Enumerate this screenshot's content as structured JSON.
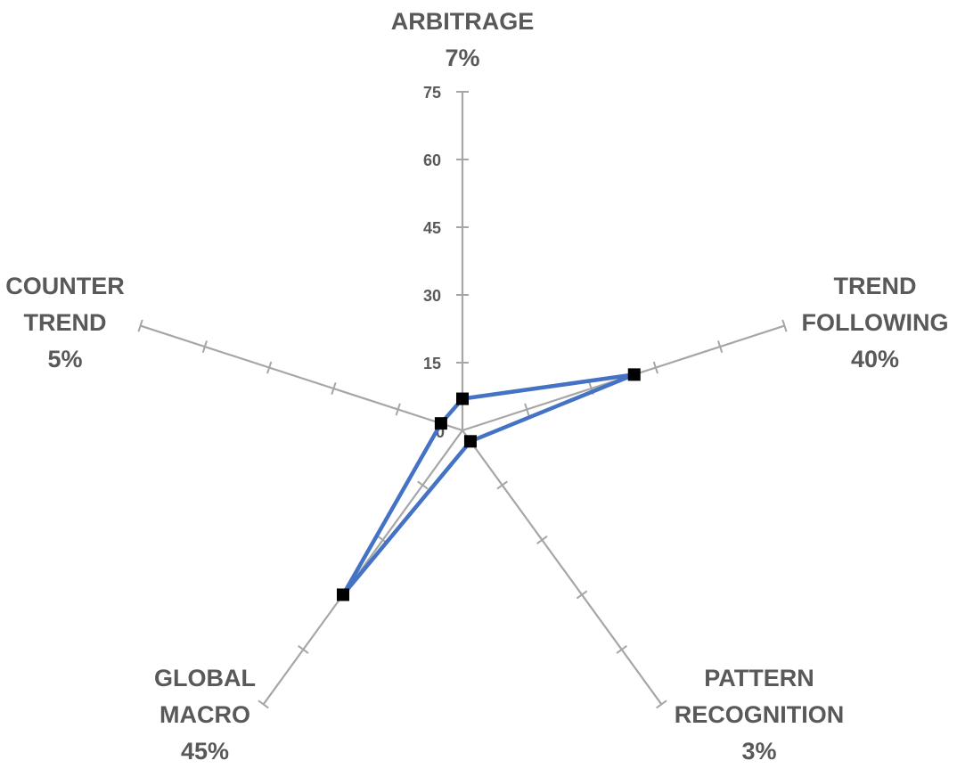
{
  "chart_data": {
    "type": "radar",
    "axes": [
      {
        "lines": [
          "ARBITRAGE"
        ],
        "percent": "7%"
      },
      {
        "lines": [
          "TREND",
          "FOLLOWING"
        ],
        "percent": "40%"
      },
      {
        "lines": [
          "PATTERN",
          "RECOGNITION"
        ],
        "percent": "3%"
      },
      {
        "lines": [
          "GLOBAL",
          "MACRO"
        ],
        "percent": "45%"
      },
      {
        "lines": [
          "COUNTER",
          "TREND"
        ],
        "percent": "5%"
      }
    ],
    "series": [
      {
        "values": [
          7,
          40,
          3,
          45,
          5
        ]
      }
    ],
    "rlim": [
      0,
      75
    ],
    "ticks": [
      0,
      15,
      30,
      45,
      60,
      75
    ],
    "tick_labels": [
      "0",
      "15",
      "30",
      "45",
      "60",
      "75"
    ],
    "colors": {
      "series_line": "#4472C4",
      "marker": "#000000",
      "axis": "#A6A6A6",
      "label": "#595959"
    }
  }
}
